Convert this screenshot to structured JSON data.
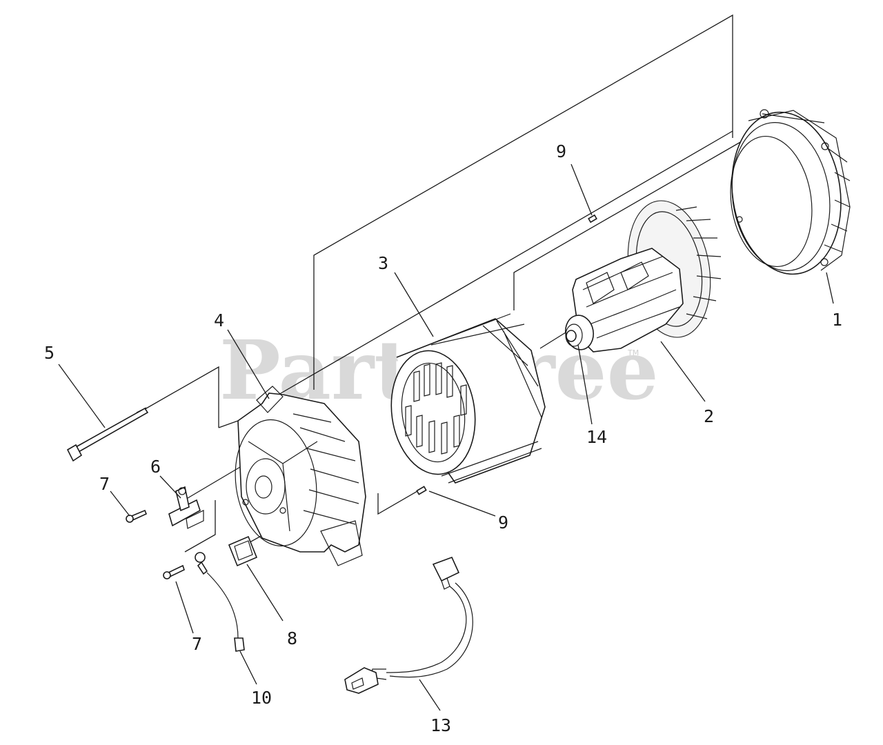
{
  "watermark": {
    "text": "PartsTree",
    "trademark": "TM"
  },
  "callouts": [
    {
      "id": "callout-1",
      "text": "1"
    },
    {
      "id": "callout-2",
      "text": "2"
    },
    {
      "id": "callout-3",
      "text": "3"
    },
    {
      "id": "callout-4",
      "text": "4"
    },
    {
      "id": "callout-5",
      "text": "5"
    },
    {
      "id": "callout-6",
      "text": "6"
    },
    {
      "id": "callout-7a",
      "text": "7"
    },
    {
      "id": "callout-7b",
      "text": "7"
    },
    {
      "id": "callout-8",
      "text": "8"
    },
    {
      "id": "callout-9a",
      "text": "9"
    },
    {
      "id": "callout-9b",
      "text": "9"
    },
    {
      "id": "callout-10",
      "text": "10"
    },
    {
      "id": "callout-13",
      "text": "13"
    },
    {
      "id": "callout-14",
      "text": "14"
    }
  ]
}
